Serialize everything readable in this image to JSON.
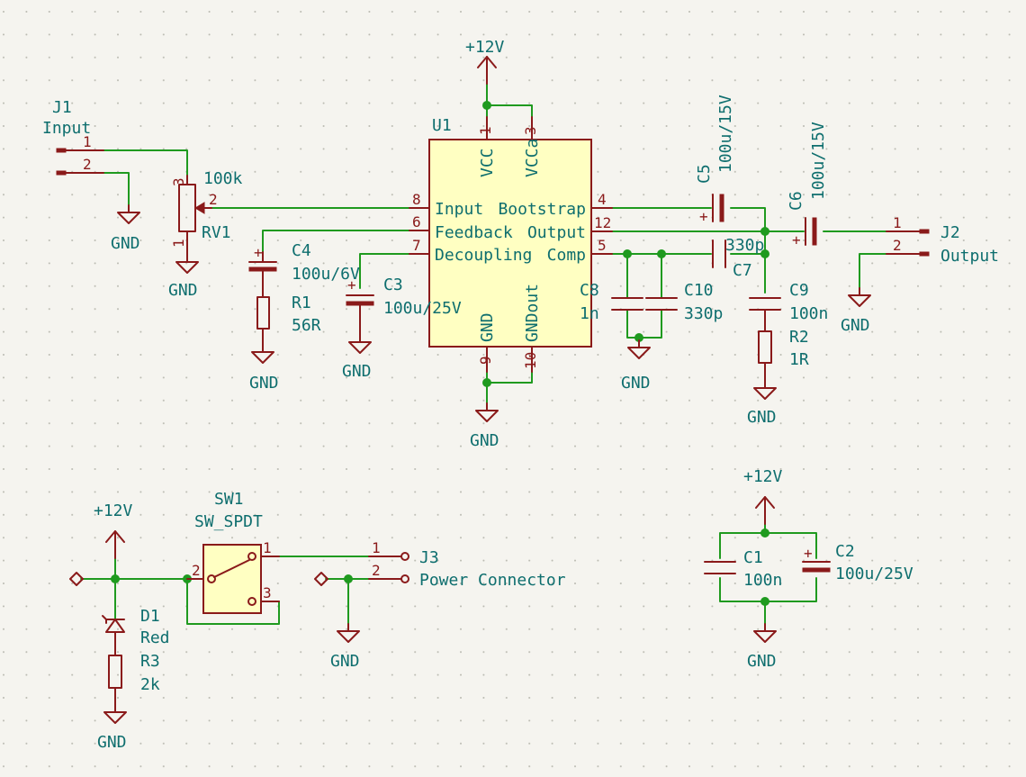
{
  "labels": {
    "pwr_top": "+12V",
    "pwr_sw": "+12V",
    "pwr_cap": "+12V",
    "j1_ref": "J1",
    "j1_val": "Input",
    "u1_ref": "U1",
    "u1_vcc": "VCC",
    "u1_vcca": "VCCa",
    "u1_input": "Input",
    "u1_feedback": "Feedback",
    "u1_decoupling": "Decoupling",
    "u1_bootstrap": "Bootstrap",
    "u1_output": "Output",
    "u1_comp": "Comp",
    "u1_gnd": "GND",
    "u1_gndout": "GNDout",
    "rv1_ref": "RV1",
    "rv1_val": "100k",
    "c4_ref": "C4",
    "c4_val": "100u/6V",
    "r1_ref": "R1",
    "r1_val": "56R",
    "c3_ref": "C3",
    "c3_val": "100u/25V",
    "c5_ref": "C5",
    "c5_val": "100u/15V",
    "c6_ref": "C6",
    "c6_val": "100u/15V",
    "c7_ref": "C7",
    "c7_val": "330p",
    "c8_ref": "C8",
    "c8_val": "1n",
    "c10_ref": "C10",
    "c10_val": "330p",
    "c9_ref": "C9",
    "c9_val": "100n",
    "r2_ref": "R2",
    "r2_val": "1R",
    "j2_ref": "J2",
    "j2_val": "Output",
    "sw1_ref": "SW1",
    "sw1_val": "SW_SPDT",
    "j3_ref": "J3",
    "j3_val": "Power Connector",
    "d1_ref": "D1",
    "d1_val": "Red",
    "r3_ref": "R3",
    "r3_val": "2k",
    "c1_ref": "C1",
    "c1_val": "100n",
    "c2_ref": "C2",
    "c2_val": "100u/25V",
    "gnd": "GND"
  },
  "pins": {
    "one": "1",
    "two": "2",
    "three": "3",
    "four": "4",
    "five": "5",
    "six": "6",
    "seven": "7",
    "eight": "8",
    "nine": "9",
    "ten": "10",
    "twelve": "12"
  },
  "colors": {
    "wire": "#1f9a1f",
    "symbol": "#8a1a1a",
    "text": "#0e6e6e",
    "ic_body": "#ffffc2",
    "background": "#f5f4ef"
  }
}
